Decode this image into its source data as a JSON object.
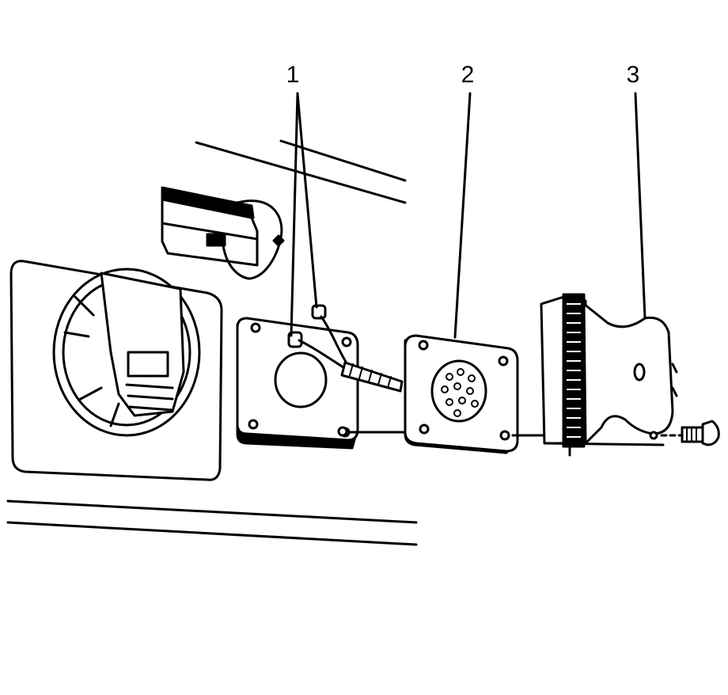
{
  "diagram": {
    "callouts": [
      {
        "id": "1",
        "text": "1"
      },
      {
        "id": "2",
        "text": "2"
      },
      {
        "id": "3",
        "text": "3"
      }
    ],
    "line_color": "#000000",
    "background": "#ffffff"
  }
}
